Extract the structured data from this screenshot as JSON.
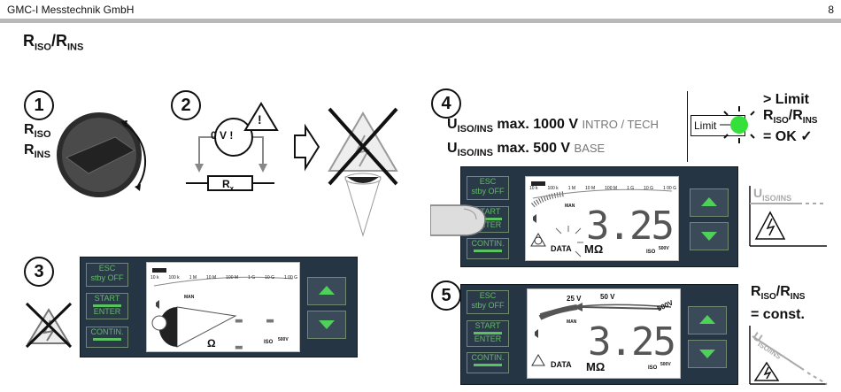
{
  "header": {
    "company": "GMC-I Messtechnik GmbH",
    "page": "8"
  },
  "title": {
    "main": "R",
    "sub1": "ISO",
    "slash": "/R",
    "sub2": "INS"
  },
  "steps": {
    "s1": "1",
    "s2": "2",
    "s3": "3",
    "s4": "4",
    "s5": "5"
  },
  "step1": {
    "r": "R",
    "iso": "ISO",
    "ins": "INS"
  },
  "step2": {
    "zero": "0 V !",
    "warn": "!",
    "rx": "R",
    "rx_sub": "x"
  },
  "step4": {
    "u": "U",
    "u_sub": "ISO/INS",
    "line1_max": "max.",
    "line1_val": "1000 V",
    "line1_mode": "INTRO / TECH",
    "line2_max": "max.",
    "line2_val": "500 V",
    "line2_mode": "BASE",
    "limit": "Limit",
    "result1": "> Limit",
    "result2_r": "R",
    "result2_iso": "ISO",
    "result2_slash": "/R",
    "result2_ins": "INS",
    "result3": "= OK ✓",
    "u_small": "U",
    "u_small_sub": "ISO/INS"
  },
  "step5": {
    "r": "R",
    "iso": "ISO",
    "slash": "/R",
    "ins": "INS",
    "const": "= const.",
    "v25": "25 V",
    "v50": "50 V",
    "v500": "500V",
    "u_small": "U",
    "u_small_sub": "ISO/INS"
  },
  "panel": {
    "esc": "ESC",
    "stby": "stby OFF",
    "start": "START",
    "enter": "ENTER",
    "contin": "CONTIN.",
    "scale": [
      "10 k",
      "100 k",
      "1 M",
      "10 M",
      "100 M",
      "1 G",
      "10 G",
      "1 00 G"
    ],
    "man": "MAN",
    "data": "DATA",
    "reading": "3.25",
    "unit": "MΩ",
    "ohm": "Ω",
    "iso": "ISO",
    "v500": "500V",
    "dashes": "- - -"
  }
}
